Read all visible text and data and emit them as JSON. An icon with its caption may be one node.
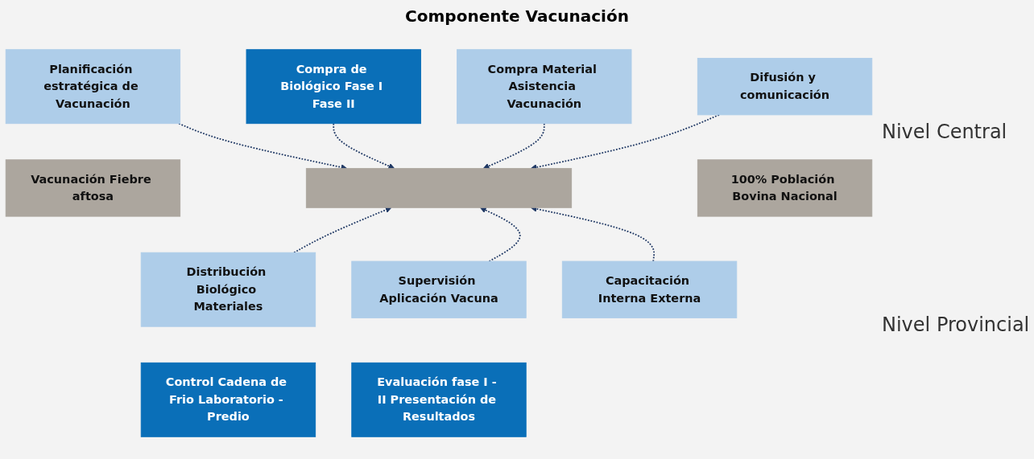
{
  "diagram": {
    "title": "Componente Vacunación",
    "nodes": [
      {
        "text": [
          "Planificación estratégica de Vacunación"
        ]
      },
      {
        "text": [
          "Compra de Biológico Fase I Fase II"
        ]
      },
      {
        "text": [
          "Compra Material Asistencia Vacunación"
        ]
      },
      {
        "text": [
          "Difusión y comunicación"
        ]
      },
      {
        "text": [
          "Vacunación Fiebre aftosa"
        ]
      },
      {
        "text": [],
        "shape": "bar"
      },
      {
        "text": [
          "100% Población Bovina Nacional"
        ]
      },
      {
        "text": [
          "Distribución Biológico Materiales"
        ]
      },
      {
        "text": [
          "Supervisión Aplicación Vacuna"
        ]
      },
      {
        "text": [
          "Capacitación Interna Externa"
        ]
      },
      {
        "text": [
          "Control Cadena de Frio Laboratorio - Predio"
        ]
      },
      {
        "text": [
          "Evaluación fase I - II Presentación de Resultados"
        ]
      }
    ],
    "edges": [
      {
        "from": 0,
        "to": 5,
        "arrow": "to",
        "style": "dashed"
      },
      {
        "from": 1,
        "to": 5,
        "arrow": "to",
        "style": "dashed"
      },
      {
        "from": 2,
        "to": 5,
        "arrow": "to",
        "style": "dashed"
      },
      {
        "from": 3,
        "to": 5,
        "arrow": "to",
        "style": "dashed"
      },
      {
        "from": 7,
        "to": 5,
        "arrow": "to",
        "style": "dashed"
      },
      {
        "from": 8,
        "to": 5,
        "arrow": "to",
        "style": "dashed"
      },
      {
        "from": 9,
        "to": 5,
        "arrow": "to",
        "style": "dashed"
      }
    ],
    "labels": [
      "Nivel Central",
      "Nivel Provincial"
    ]
  }
}
